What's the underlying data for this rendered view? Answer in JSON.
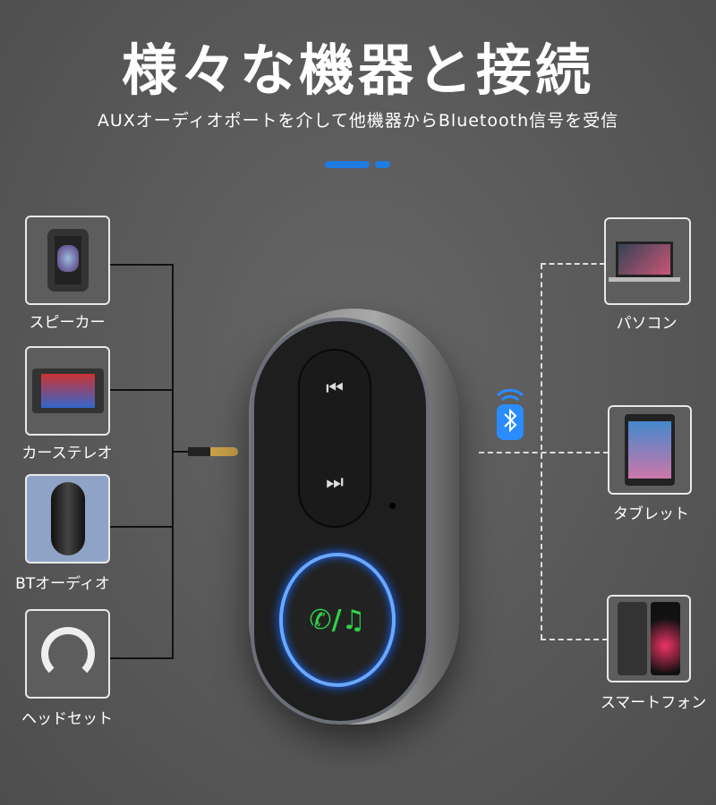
{
  "title": "様々な機器と接続",
  "subtitle": "AUXオーディオポートを介して他機器からBluetooth信号を受信",
  "left_devices": [
    {
      "label": "スピーカー",
      "icon": "speaker-icon"
    },
    {
      "label": "カーステレオ",
      "icon": "car-stereo-icon"
    },
    {
      "label": "BTオーディオ",
      "icon": "bt-audio-icon"
    },
    {
      "label": "ヘッドセット",
      "icon": "headset-icon"
    }
  ],
  "right_devices": [
    {
      "label": "パソコン",
      "icon": "laptop-icon"
    },
    {
      "label": "タブレット",
      "icon": "tablet-icon"
    },
    {
      "label": "スマートフォン",
      "icon": "smartphone-icon"
    }
  ],
  "colors": {
    "accent": "#1f7be0",
    "led": "#2fd34a"
  }
}
